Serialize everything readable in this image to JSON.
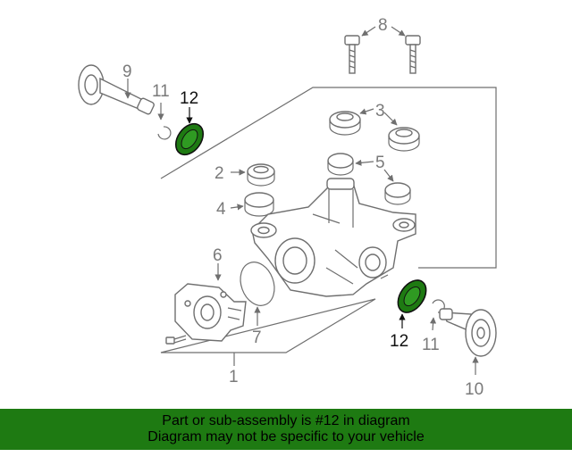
{
  "diagram": {
    "callouts": {
      "c1": "1",
      "c2": "2",
      "c3": "3",
      "c4": "4",
      "c5": "5",
      "c6": "6",
      "c7": "7",
      "c8": "8",
      "c9": "9",
      "c10": "10",
      "c11a": "11",
      "c11b": "11",
      "c12a": "12",
      "c12b": "12"
    },
    "highlight_color": "#1e7a12"
  },
  "banner": {
    "line1": "Part or sub-assembly is #12 in diagram",
    "line2": "Diagram may not be specific to your vehicle",
    "background": "#1e7a12"
  }
}
